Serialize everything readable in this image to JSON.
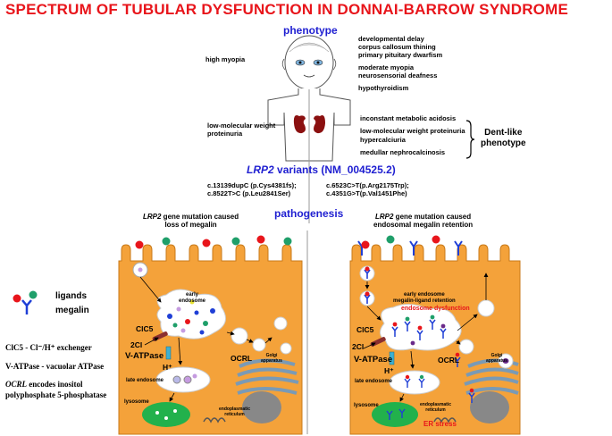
{
  "title": "SPECTRUM OF TUBULAR DYSFUNCTION IN DONNAI-BARROW SYNDROME",
  "phenotype": {
    "heading": "phenotype",
    "left_eye": "high myopia",
    "left_kidney": [
      "low-molecular weight",
      "proteinuria"
    ],
    "right_head": [
      "developmental delay",
      "corpus callosum thining",
      "primary pituitary dwarfism",
      "moderate myopia",
      "neurosensorial deafness",
      "hypothyroidism"
    ],
    "right_body": [
      "inconstant metabolic acidosis",
      "low-molecular weight proteinuria",
      "hypercalciuria",
      "medullar nephrocalcinosis"
    ],
    "dent_like": [
      "Dent-like",
      "phenotype"
    ]
  },
  "variants": {
    "gene": "LRP2",
    "label": " variants (NM_004525.2)",
    "left": [
      "c.13139dupC (p.Cys4381fs);",
      "c.8522T>C (p.Leu2841Ser)"
    ],
    "right": [
      "c.6523C>T(p.Arg2175Trp);",
      "c.4351G>T(p.Val1451Phe)"
    ]
  },
  "pathogenesis": "pathogenesis",
  "left_cell": {
    "caption_gene": "LRP2",
    "caption_rest": " gene mutation caused",
    "caption_line2": "loss of  megalin",
    "early_endosome": [
      "early",
      "endosome"
    ],
    "clc5": "ClC5",
    "cl": "2Cl",
    "vatpase": "V-ATPase",
    "h": "H⁺",
    "late_endosome": "late endosome",
    "lysosome": "lysosome",
    "ocrl": "OCRL",
    "golgi": [
      "Golgi",
      "apparatus"
    ],
    "er": [
      "endoplasmatic",
      "reticulum"
    ]
  },
  "right_cell": {
    "caption_gene": "LRP2",
    "caption_rest": " gene mutation caused",
    "caption_line2": "endosomal megalin retention",
    "early_endosome": [
      "early endosome",
      "megalin-ligand retention"
    ],
    "dysfunction": "endosome dysfunction",
    "clc5": "ClC5",
    "cl": "2Cl",
    "vatpase": "V-ATPase",
    "h": "H⁺",
    "late_endosome": "late endosome",
    "lysosome": "lysosome",
    "ocrl": "OCRL",
    "golgi": [
      "Golgi",
      "apparatus"
    ],
    "er": [
      "endoplasmatic",
      "reticulum"
    ],
    "er_stress": "ER stress"
  },
  "legend": {
    "ligands": "ligands",
    "megalin": "megalin",
    "clc5": "ClC5 - Cl⁻/H⁺ exchenger",
    "vatpase": "V-ATPase - vacuolar ATPase",
    "ocrl_term": "OCRL",
    "ocrl_rest": " encodes inositol",
    "ocrl_line2": "polyphosphate 5-phosphatase"
  },
  "colors": {
    "title": "#e8151b",
    "heading": "#1f1fd1",
    "cell": "#f4a23a",
    "ligand_red": "#e8151b",
    "ligand_green": "#1f9f6a",
    "megalin": "#1f3fd6",
    "kidney": "#8b1010",
    "lysosome": "#22b14c"
  }
}
